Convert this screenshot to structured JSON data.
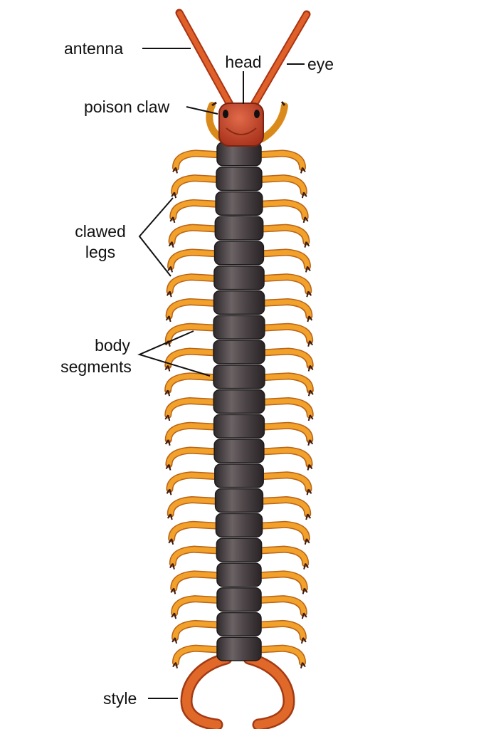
{
  "labels": {
    "antenna": "antenna",
    "head": "head",
    "eye": "eye",
    "poison_claw": "poison claw",
    "clawed_legs_line1": "clawed",
    "clawed_legs_line2": "legs",
    "body_segments_line1": "body",
    "body_segments_line2": "segments",
    "style": "style"
  },
  "colors": {
    "head": "#c9472a",
    "antenna": "#d9541f",
    "body": "#4a4244",
    "legs": "#f2a12a",
    "claws": "#3a1a10",
    "style": "#d95a1e"
  }
}
